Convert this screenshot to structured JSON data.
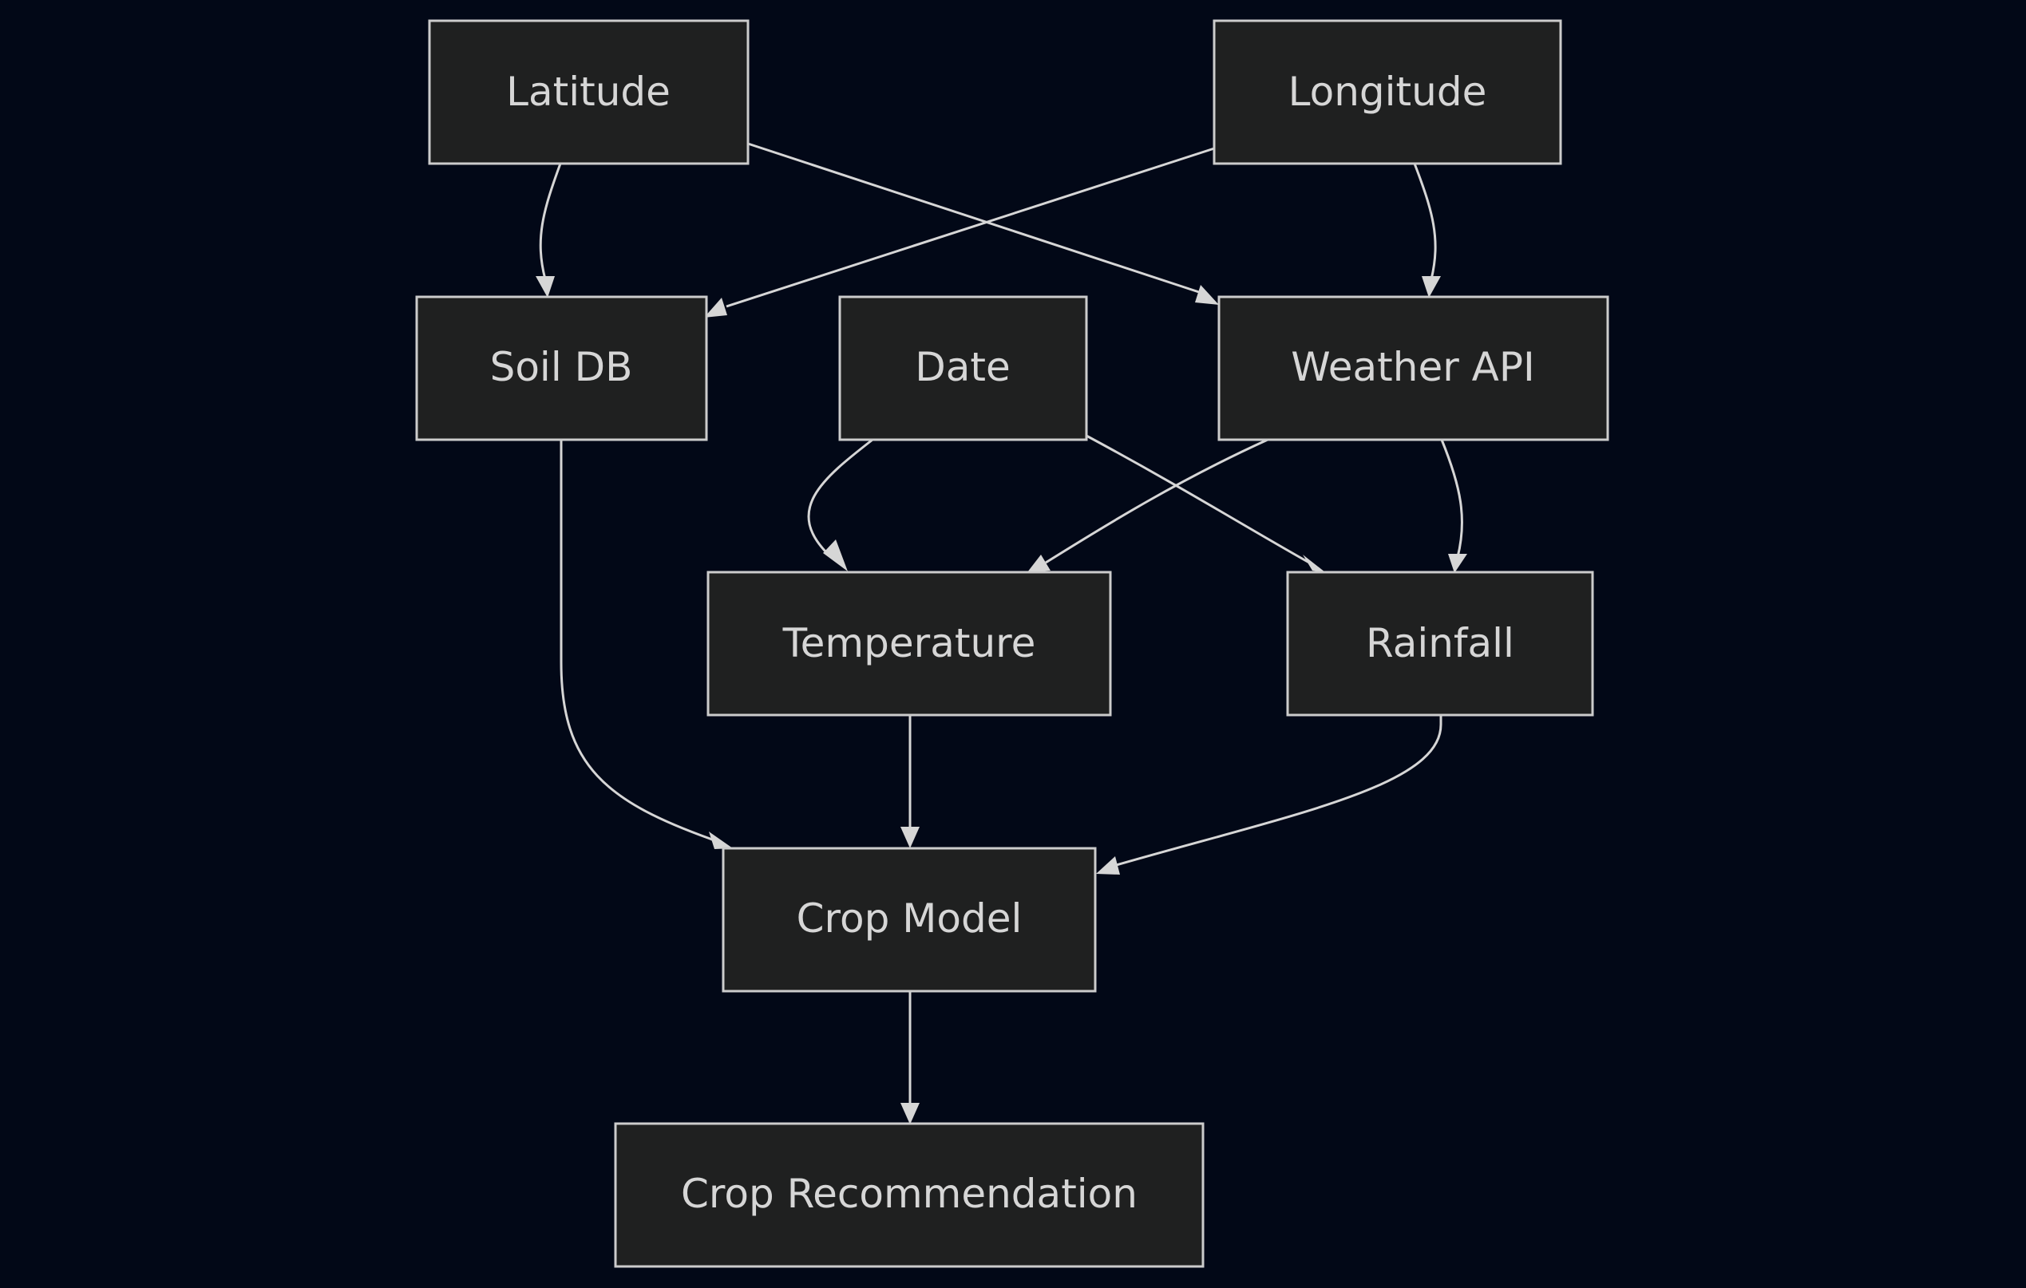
{
  "diagram": {
    "type": "flowchart",
    "colors": {
      "background": "#020817",
      "node_fill": "#1f2020",
      "node_stroke": "#cccccc",
      "text": "#d6d6d6",
      "edge": "#d6d6d6"
    },
    "nodes": {
      "latitude": "Latitude",
      "longitude": "Longitude",
      "soil_db": "Soil DB",
      "date": "Date",
      "weather_api": "Weather API",
      "temperature": "Temperature",
      "rainfall": "Rainfall",
      "crop_model": "Crop Model",
      "crop_recommendation": "Crop Recommendation"
    },
    "edges": [
      {
        "from": "Latitude",
        "to": "Soil DB"
      },
      {
        "from": "Latitude",
        "to": "Weather API"
      },
      {
        "from": "Longitude",
        "to": "Soil DB"
      },
      {
        "from": "Longitude",
        "to": "Weather API"
      },
      {
        "from": "Date",
        "to": "Temperature"
      },
      {
        "from": "Date",
        "to": "Rainfall"
      },
      {
        "from": "Weather API",
        "to": "Temperature"
      },
      {
        "from": "Weather API",
        "to": "Rainfall"
      },
      {
        "from": "Soil DB",
        "to": "Crop Model"
      },
      {
        "from": "Temperature",
        "to": "Crop Model"
      },
      {
        "from": "Rainfall",
        "to": "Crop Model"
      },
      {
        "from": "Crop Model",
        "to": "Crop Recommendation"
      }
    ]
  }
}
